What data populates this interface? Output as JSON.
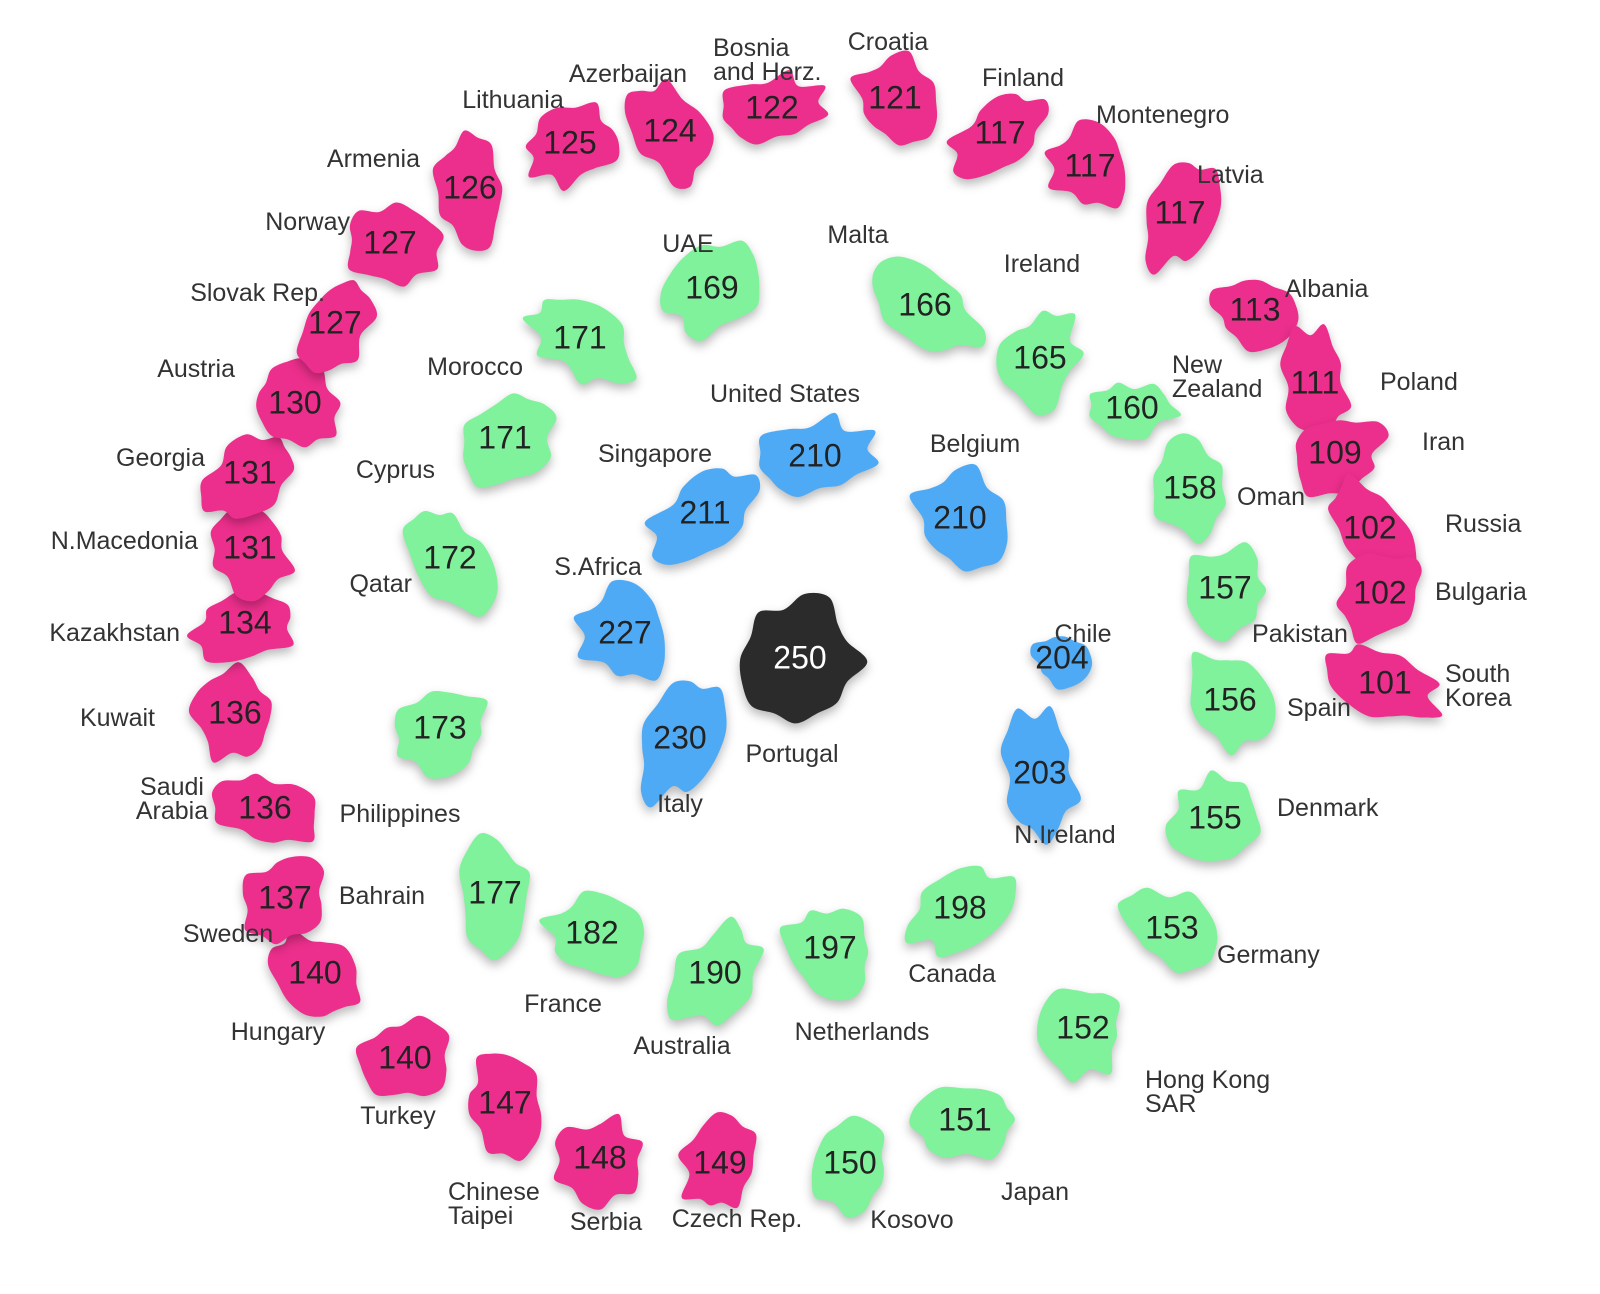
{
  "colors": {
    "outer_ring": "#ec2f8c",
    "middle_ring": "#7ff29b",
    "inner_ring": "#4faaf5",
    "center": "#2b2b2b",
    "label_text": "#333333",
    "value_text": "#222222"
  },
  "center": {
    "name": "Portugal",
    "value": 250
  },
  "inner_ring": [
    {
      "name": "United States",
      "value": 210
    },
    {
      "name": "Belgium",
      "value": 210
    },
    {
      "name": "Singapore",
      "value": 211
    },
    {
      "name": "S.Africa",
      "value": 227
    },
    {
      "name": "Italy",
      "value": 230
    },
    {
      "name": "Chile",
      "value": 204
    },
    {
      "name": "N.Ireland",
      "value": 203
    }
  ],
  "middle_ring": [
    {
      "name": "UAE",
      "value": 169
    },
    {
      "name": "Malta",
      "value": 166
    },
    {
      "name": "Ireland",
      "value": 165
    },
    {
      "name": "New Zealand",
      "value": 160
    },
    {
      "name": "Oman",
      "value": 158
    },
    {
      "name": "Pakistan",
      "value": 157
    },
    {
      "name": "Spain",
      "value": 156
    },
    {
      "name": "Denmark",
      "value": 155
    },
    {
      "name": "Germany",
      "value": 153
    },
    {
      "name": "Hong Kong SAR",
      "value": 152
    },
    {
      "name": "Japan",
      "value": 151
    },
    {
      "name": "Kosovo",
      "value": 150
    },
    {
      "name": "Canada",
      "value": 198
    },
    {
      "name": "Netherlands",
      "value": 197
    },
    {
      "name": "Australia",
      "value": 190
    },
    {
      "name": "France",
      "value": 182
    },
    {
      "name": "Bahrain",
      "value": 177
    },
    {
      "name": "Philippines",
      "value": 173
    },
    {
      "name": "Qatar",
      "value": 172
    },
    {
      "name": "Cyprus",
      "value": 171
    },
    {
      "name": "Morocco",
      "value": 171
    }
  ],
  "outer_ring": [
    {
      "name": "Bosnia and Herz.",
      "value": 122
    },
    {
      "name": "Croatia",
      "value": 121
    },
    {
      "name": "Finland",
      "value": 117
    },
    {
      "name": "Montenegro",
      "value": 117
    },
    {
      "name": "Latvia",
      "value": 117
    },
    {
      "name": "Albania",
      "value": 113
    },
    {
      "name": "Poland",
      "value": 111
    },
    {
      "name": "Iran",
      "value": 109
    },
    {
      "name": "Russia",
      "value": 102
    },
    {
      "name": "Bulgaria",
      "value": 102
    },
    {
      "name": "South Korea",
      "value": 101
    },
    {
      "name": "Czech Rep.",
      "value": 149
    },
    {
      "name": "Serbia",
      "value": 148
    },
    {
      "name": "Chinese Taipei",
      "value": 147
    },
    {
      "name": "Turkey",
      "value": 140
    },
    {
      "name": "Hungary",
      "value": 140
    },
    {
      "name": "Sweden",
      "value": 137
    },
    {
      "name": "Saudi Arabia",
      "value": 136
    },
    {
      "name": "Kuwait",
      "value": 136
    },
    {
      "name": "Kazakhstan",
      "value": 134
    },
    {
      "name": "N.Macedonia",
      "value": 131
    },
    {
      "name": "Georgia",
      "value": 131
    },
    {
      "name": "Austria",
      "value": 130
    },
    {
      "name": "Slovak Rep.",
      "value": 127
    },
    {
      "name": "Norway",
      "value": 127
    },
    {
      "name": "Armenia",
      "value": 126
    },
    {
      "name": "Lithuania",
      "value": 125
    },
    {
      "name": "Azerbaijan",
      "value": 124
    }
  ]
}
